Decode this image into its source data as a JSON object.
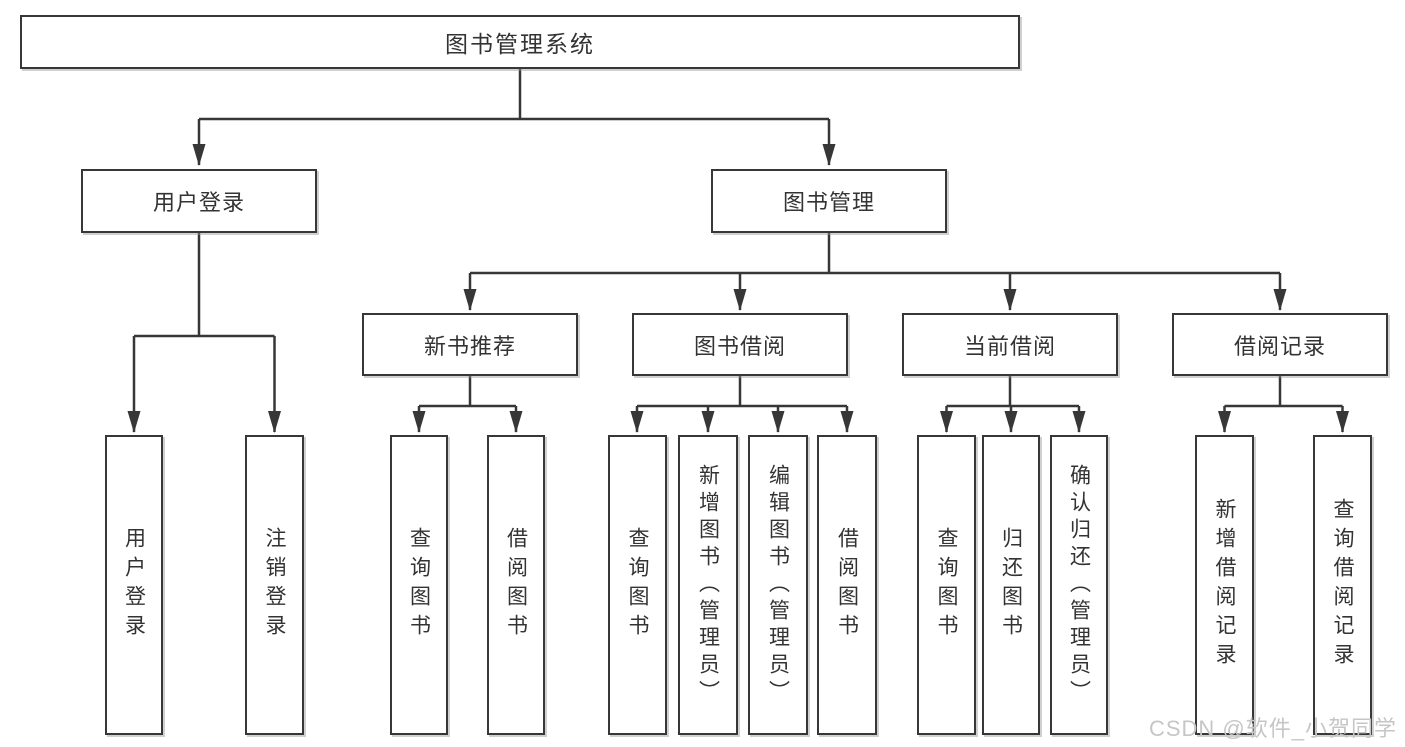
{
  "diagram": {
    "title": "图书管理系统",
    "level2": [
      {
        "id": "user-login",
        "label": "用户登录"
      },
      {
        "id": "book-management",
        "label": "图书管理"
      }
    ],
    "level3": [
      {
        "id": "new-book-recommend",
        "parent": "图书管理",
        "label": "新书推荐"
      },
      {
        "id": "book-borrowing",
        "parent": "图书管理",
        "label": "图书借阅"
      },
      {
        "id": "current-borrowing",
        "parent": "图书管理",
        "label": "当前借阅"
      },
      {
        "id": "borrowing-records",
        "parent": "图书管理",
        "label": "借阅记录"
      }
    ],
    "leaves": [
      {
        "parent": "用户登录",
        "label": "用户登录"
      },
      {
        "parent": "用户登录",
        "label": "注销登录"
      },
      {
        "parent": "新书推荐",
        "label": "查询图书"
      },
      {
        "parent": "新书推荐",
        "label": "借阅图书"
      },
      {
        "parent": "图书借阅",
        "label": "查询图书"
      },
      {
        "parent": "图书借阅",
        "label": "新增图书（管理员）"
      },
      {
        "parent": "图书借阅",
        "label": "编辑图书（管理员）"
      },
      {
        "parent": "图书借阅",
        "label": "借阅图书"
      },
      {
        "parent": "当前借阅",
        "label": "查询图书"
      },
      {
        "parent": "当前借阅",
        "label": "归还图书"
      },
      {
        "parent": "当前借阅",
        "label": "确认归还（管理员）"
      },
      {
        "parent": "借阅记录",
        "label": "新增借阅记录"
      },
      {
        "parent": "借阅记录",
        "label": "查询借阅记录"
      }
    ],
    "colors": {
      "line": "#373737",
      "text": "#333333",
      "background": "#ffffff",
      "watermark": "#c6c6c6"
    }
  },
  "watermark": "CSDN @软件_小贺同学"
}
